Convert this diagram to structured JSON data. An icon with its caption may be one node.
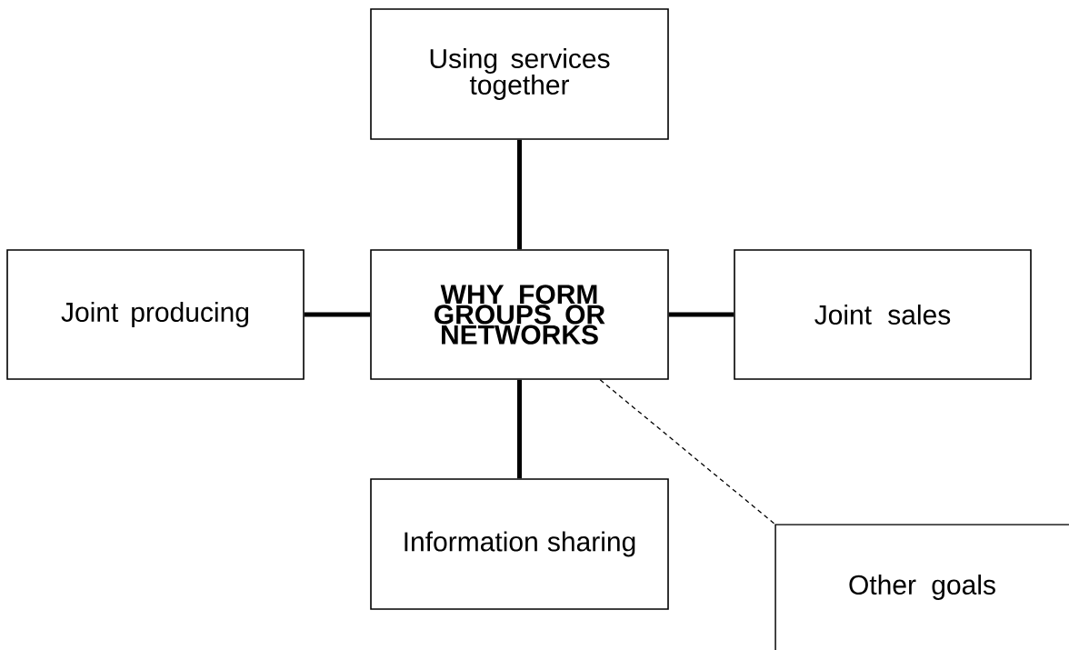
{
  "diagram": {
    "nodes": [
      {
        "text": [
          "WHY FORM GROUPS OR NETWORKS"
        ]
      },
      {
        "text": [
          "Using services together"
        ]
      },
      {
        "text": [
          "Joint producing"
        ]
      },
      {
        "text": [
          "Joint sales"
        ]
      },
      {
        "text": [
          "Information sharing"
        ]
      },
      {
        "text": [
          "Other goals"
        ]
      }
    ],
    "edges": [
      {
        "from": 0,
        "to": 1,
        "arrow": "none"
      },
      {
        "from": 0,
        "to": 2,
        "arrow": "none"
      },
      {
        "from": 0,
        "to": 3,
        "arrow": "none"
      },
      {
        "from": 0,
        "to": 4,
        "arrow": "none"
      },
      {
        "from": 0,
        "to": 5,
        "arrow": "none",
        "style": "dashed"
      }
    ]
  }
}
